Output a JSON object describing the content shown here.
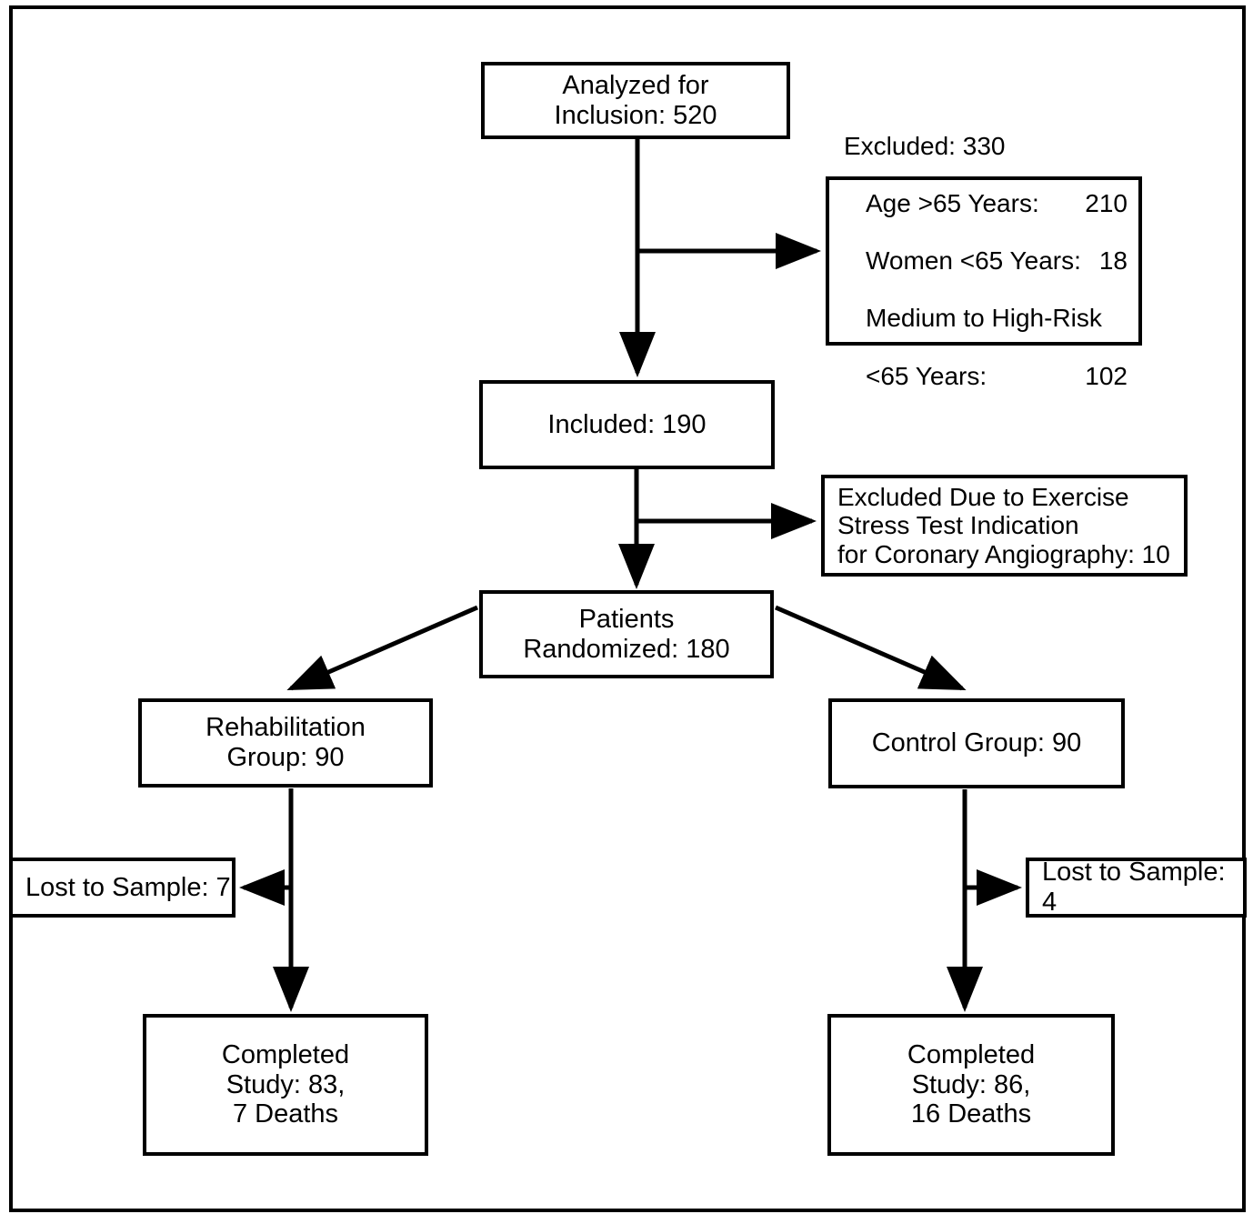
{
  "diagram": {
    "title": "CONSORT participant flow diagram",
    "line_color": "#000000",
    "background": "#ffffff",
    "nodes": {
      "analyzed": "Analyzed for\nInclusion: 520",
      "included": "Included: 190",
      "randomized": "Patients\nRandomized: 180",
      "rehab_group": "Rehabilitation\nGroup: 90",
      "control_group": "Control Group: 90",
      "lost_left": "Lost to Sample: 7",
      "lost_right": "Lost to Sample: 4",
      "completed_left": "Completed\nStudy: 83,\n7 Deaths",
      "completed_right": "Completed\nStudy: 86,\n16 Deaths",
      "excluded_exercise": "Excluded Due to Exercise\nStress Test Indication\nfor Coronary Angiography: 10"
    },
    "excluded_box": {
      "heading": "Excluded: 330",
      "rows": [
        {
          "label": "Age >65 Years:",
          "value": "210"
        },
        {
          "label": "Women <65 Years:",
          "value": "18"
        }
      ],
      "wide_label": "Medium to High-Risk",
      "last_row": {
        "label": "<65 Years:",
        "value": "102"
      }
    }
  },
  "chart_data": {
    "type": "diagram",
    "title": "Study participant flow",
    "nodes": [
      {
        "id": "analyzed",
        "label": "Analyzed for Inclusion",
        "value": 520
      },
      {
        "id": "excluded",
        "label": "Excluded",
        "value": 330
      },
      {
        "id": "excluded_age",
        "label": "Age >65 Years",
        "value": 210
      },
      {
        "id": "excluded_women",
        "label": "Women <65 Years",
        "value": 18
      },
      {
        "id": "excluded_risk",
        "label": "Medium to High-Risk <65 Years",
        "value": 102
      },
      {
        "id": "included",
        "label": "Included",
        "value": 190
      },
      {
        "id": "excluded_exercise",
        "label": "Excluded Due to Exercise Stress Test Indication for Coronary Angiography",
        "value": 10
      },
      {
        "id": "randomized",
        "label": "Patients Randomized",
        "value": 180
      },
      {
        "id": "rehab_group",
        "label": "Rehabilitation Group",
        "value": 90
      },
      {
        "id": "control_group",
        "label": "Control Group",
        "value": 90
      },
      {
        "id": "lost_left",
        "label": "Lost to Sample (Rehabilitation)",
        "value": 7
      },
      {
        "id": "lost_right",
        "label": "Lost to Sample (Control)",
        "value": 4
      },
      {
        "id": "completed_left",
        "label": "Completed Study (Rehabilitation)",
        "value": 83,
        "deaths": 7
      },
      {
        "id": "completed_right",
        "label": "Completed Study (Control)",
        "value": 86,
        "deaths": 16
      }
    ],
    "edges": [
      {
        "from": "analyzed",
        "to": "excluded"
      },
      {
        "from": "analyzed",
        "to": "included"
      },
      {
        "from": "included",
        "to": "excluded_exercise"
      },
      {
        "from": "included",
        "to": "randomized"
      },
      {
        "from": "randomized",
        "to": "rehab_group"
      },
      {
        "from": "randomized",
        "to": "control_group"
      },
      {
        "from": "rehab_group",
        "to": "lost_left"
      },
      {
        "from": "rehab_group",
        "to": "completed_left"
      },
      {
        "from": "control_group",
        "to": "lost_right"
      },
      {
        "from": "control_group",
        "to": "completed_right"
      }
    ]
  }
}
